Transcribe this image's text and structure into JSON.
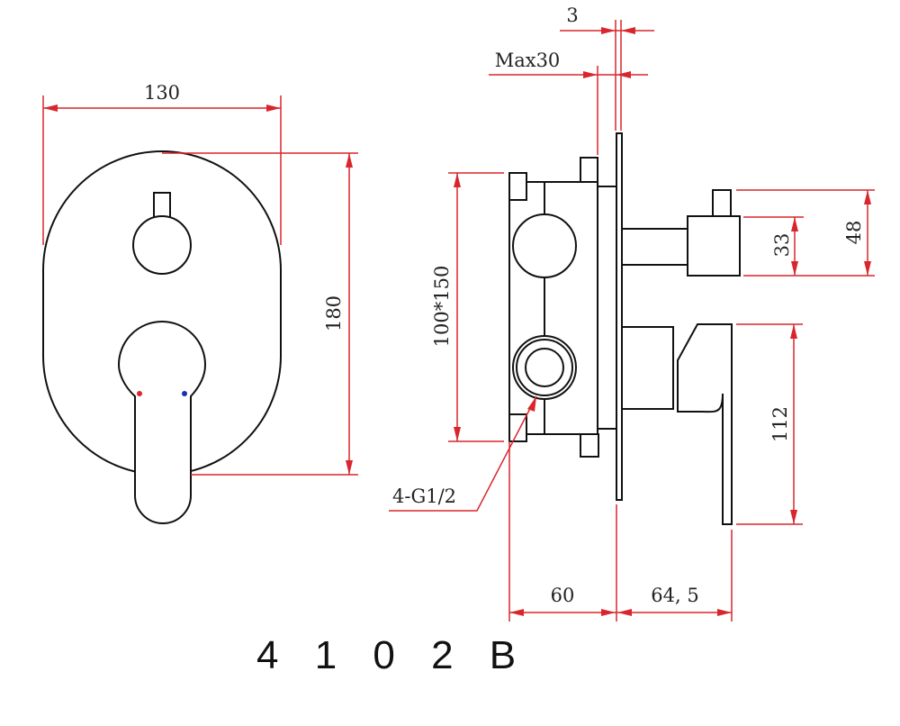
{
  "drawing": {
    "model_number": "4 1 0 2 B",
    "front_view": {
      "width_dim": "130",
      "height_dim": "180",
      "hot_indicator_color": "#d9262c",
      "cold_indicator_color": "#1a2fb0"
    },
    "side_view": {
      "plate_thickness_dim": "3",
      "wall_depth_dim": "Max30",
      "box_size_dim": "100*150",
      "connection_label": "4-G1/2",
      "box_depth_dim": "60",
      "projection_dim": "64, 5",
      "diverter_outer_dim": "48",
      "diverter_inner_dim": "33",
      "lever_height_dim": "112"
    },
    "dimension_color": "#d9262c"
  }
}
